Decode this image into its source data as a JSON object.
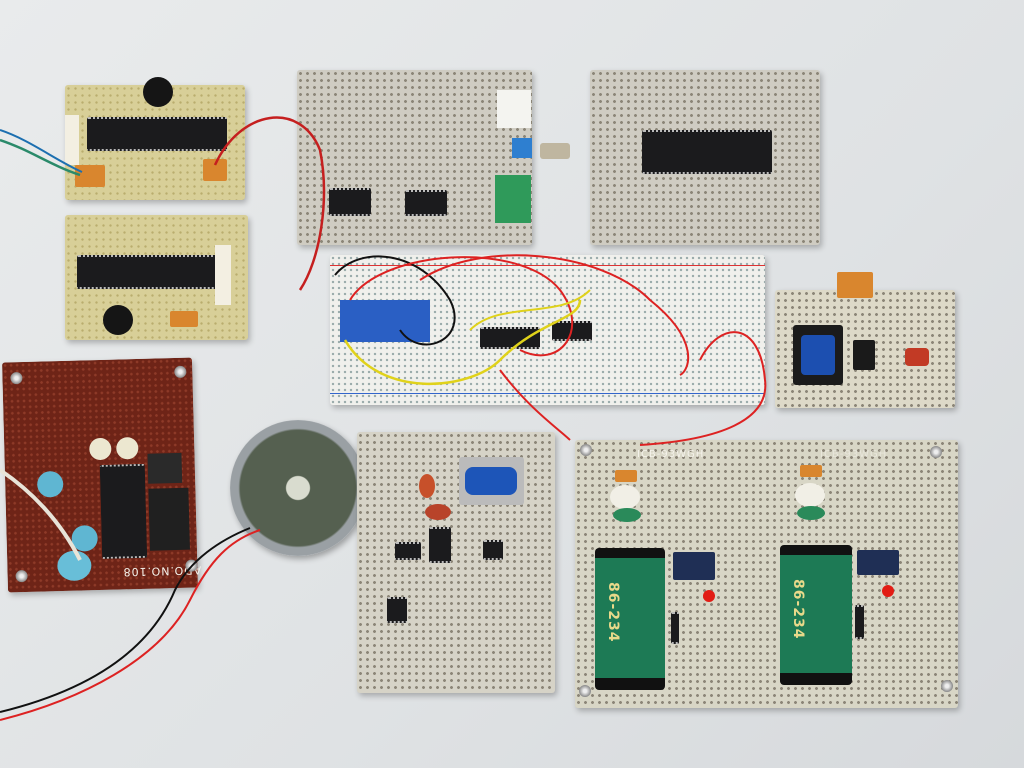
{
  "scene": "electronics-boards-on-table",
  "boards": {
    "relay_board_label_left": "ICB-93WGH",
    "relay_board_label_right": "ICB-93WGH",
    "battery_label_left": "86-234",
    "battery_label_right": "86-234",
    "brown_board_label": "ADO.NO.108"
  },
  "colors": {
    "background": "#e3e5e7",
    "perfboard": "#cfccc2",
    "cream_board": "#d8cf98",
    "brown_board": "#6e2417",
    "wire_red": "#d0201a",
    "wire_black": "#1a1a1a",
    "wire_yellow": "#e0d21a"
  }
}
